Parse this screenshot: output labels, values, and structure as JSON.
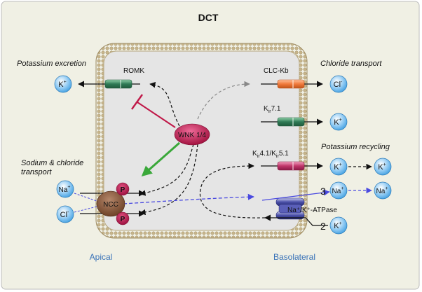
{
  "title": "DCT",
  "headings": {
    "potassium_excretion": "Potassium excretion",
    "chloride_transport": "Chloride transport",
    "sodium_chloride_line1": "Sodium & chloride",
    "sodium_chloride_line2": "transport",
    "potassium_recycling": "Potassium recycling"
  },
  "channels": {
    "romk": "ROMK",
    "clc_kb": "CLC-Kb",
    "kir71_main": "K",
    "kir71_sub": "ir",
    "kir71_tail": "7.1",
    "kir41_main": "K",
    "kir41_sub": "ir",
    "kir41_mid": "4.1/K",
    "kir51_sub": "ir",
    "kir51_tail": "5.1",
    "ncc": "NCC",
    "wnk": "WNK 1/4",
    "atpase": "Na⁺/K⁺-ATPase"
  },
  "ions": {
    "k": "K",
    "k_sup": "+",
    "cl": "Cl",
    "cl_sup": "-",
    "na": "Na",
    "na_sup": "+"
  },
  "stoichiometry": {
    "na_count": "3",
    "k_count": "2"
  },
  "phospho": "P",
  "sides": {
    "apical": "Apical",
    "basolateral": "Basolateral"
  },
  "colors": {
    "panel": "#f0f0e4",
    "cell": "#e5e5e5",
    "membrane": "#c2b089",
    "ion_blue": "#3f9ee0",
    "romk_green": "#2f7a55",
    "clc_orange": "#f07a3c",
    "kir_pink": "#c0356a",
    "wnk_red": "#b8164e",
    "ncc_brown": "#8b5a3c",
    "atpase_blue": "#4a4fa8",
    "inhibit_red": "#c01848",
    "activate_green": "#3aa83a",
    "na_dash_blue": "#4a4ae0",
    "side_label_blue": "#3a73b8"
  }
}
